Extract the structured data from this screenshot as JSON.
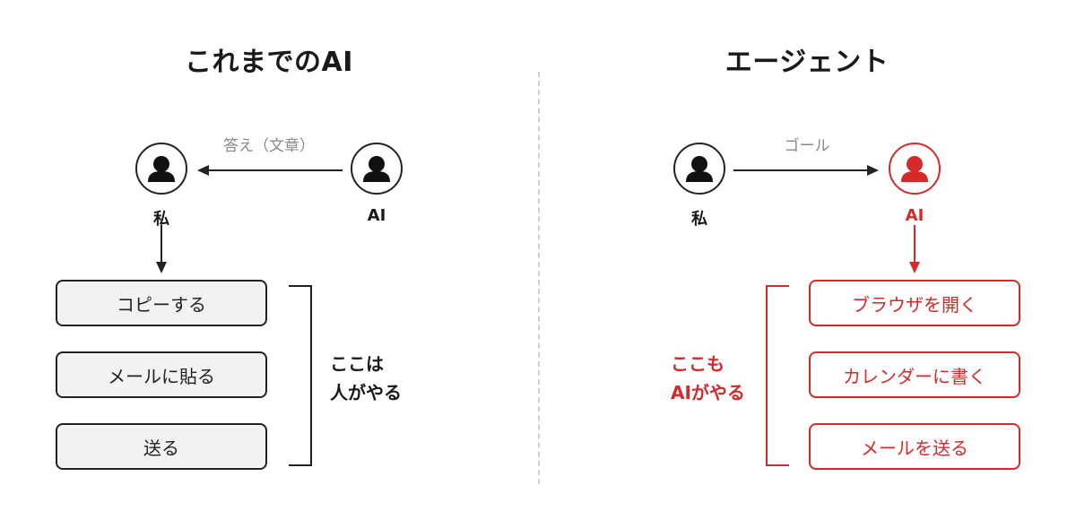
{
  "panels": {
    "left": {
      "title": "これまでのAI",
      "edge_label": "答え（文章）",
      "me_label": "私",
      "ai_label": "AI",
      "tasks": [
        "コピーする",
        "メールに貼る",
        "送る"
      ],
      "note_lines": [
        "ここは",
        "人がやる"
      ]
    },
    "right": {
      "title": "エージェント",
      "edge_label": "ゴール",
      "me_label": "私",
      "ai_label": "AI",
      "tasks": [
        "ブラウザを開く",
        "カレンダーに書く",
        "メールを送る"
      ],
      "note_lines": [
        "ここも",
        "AIがやる"
      ]
    }
  },
  "colors": {
    "ink": "#222222",
    "accent": "#d42a2a",
    "muted": "#888888",
    "divider": "#cfcfcf",
    "box_fill": "#f2f2f2"
  },
  "icons": {
    "person": "person-icon"
  }
}
